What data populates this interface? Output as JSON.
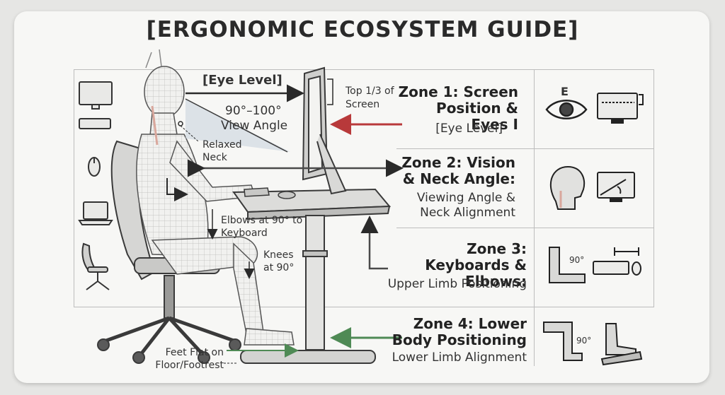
{
  "title": "[ERGONOMIC ECOSYSTEM GUIDE]",
  "labels": {
    "eye_level": "[Eye Level]",
    "top_third": "Top 1/3 of Screen",
    "view_angle_value": "90°–100°",
    "view_angle_label": "View Angle",
    "relaxed_neck": "Relaxed Neck",
    "elbows": "Elbows at 90° to Keyboard",
    "knees": "Knees at 90°",
    "feet": "Feet Flat on Floor/Footrest"
  },
  "zones": [
    {
      "title": "Zone 1: Screen Position & Eyes I",
      "subtitle": "[Eye Level]",
      "icons": [
        "eye-icon",
        "monitor-top-line-icon"
      ],
      "icon_text": "E"
    },
    {
      "title": "Zone 2: Vision & Neck Angle:",
      "subtitle": "Viewing Angle & Neck Alignment",
      "icons": [
        "head-neck-icon",
        "angle-monitor-icon"
      ]
    },
    {
      "title": "Zone 3: Keyboards & Elbows:",
      "subtitle": "Upper Limb Positioning",
      "icons": [
        "elbow-90-icon",
        "keyboard-mouse-icon"
      ],
      "icon_text": "90°"
    },
    {
      "title": "Zone 4: Lower Body Positioning",
      "subtitle": "Lower Limb Alignment",
      "icons": [
        "leg-90-icon",
        "footrest-icon"
      ],
      "icon_text": "90°"
    }
  ],
  "side_icons": [
    "monitor-keyboard-icon",
    "mouse-icon",
    "laptop-icon",
    "chair-icon"
  ],
  "colors": {
    "red_arrow": "#b8393a",
    "green_arrow": "#4f8a55",
    "ink": "#2a2a2a"
  }
}
